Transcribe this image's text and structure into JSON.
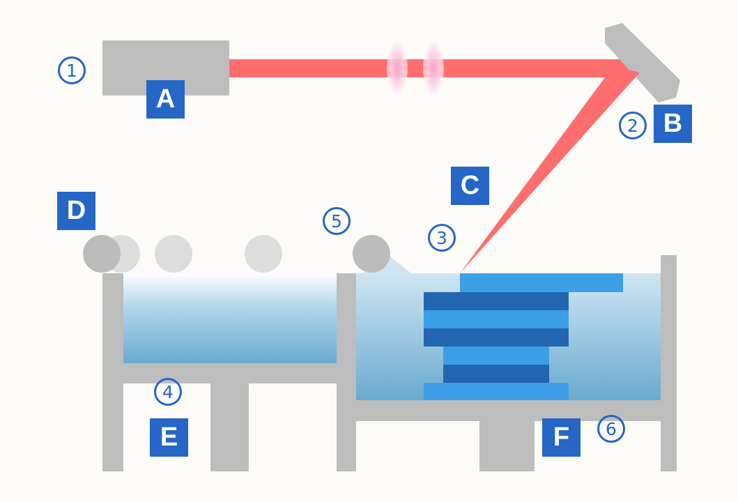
{
  "colors": {
    "background": "#fdfbf8",
    "machine_gray": "#bdbdbd",
    "laser": "#ff6e6e",
    "lens": "#f9c5dc",
    "label_blue": "#2566c6",
    "layer_light": "#3d9fe8",
    "layer_dark": "#2366b0",
    "roller_dark": "#bcbcbc",
    "roller_ghost": "#dddddd"
  },
  "labels": {
    "A": "A",
    "B": "B",
    "C": "C",
    "D": "D",
    "E": "E",
    "F": "F"
  },
  "markers": {
    "m1": "1",
    "m2": "2",
    "m3": "3",
    "m4": "4",
    "m5": "5",
    "m6": "6"
  },
  "icons": {
    "laser_source": "gray-rectangle",
    "mirror": "tilted-gray-mirror",
    "roller": "gray-circle"
  }
}
